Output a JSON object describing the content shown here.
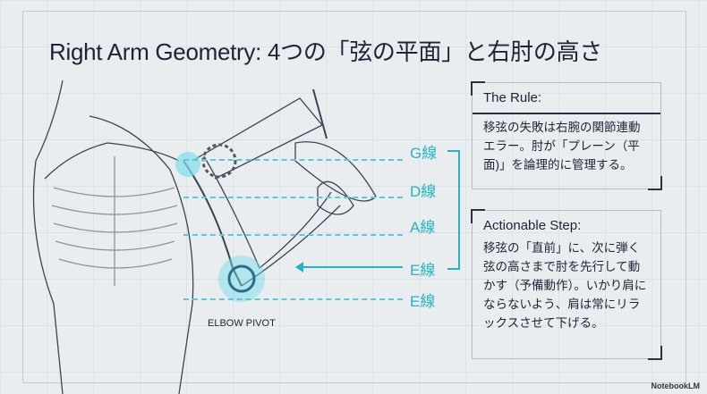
{
  "title": "Right Arm Geometry: 4つの「弦の平面」と右肘の高さ",
  "string_lines": [
    {
      "label": "G線"
    },
    {
      "label": "D線"
    },
    {
      "label": "A線"
    },
    {
      "label": "E線"
    },
    {
      "label": "E線"
    }
  ],
  "elbow_label": "ELBOW PIVOT",
  "rule": {
    "heading": "The Rule:",
    "text": "移弦の失敗は右腕の関節連動エラー。肘が「プレーン（平面)」を論理的に管理する。"
  },
  "action": {
    "heading": "Actionable Step:",
    "text": "移弦の「直前」に、次に弾く弦の高さまで肘を先行して動かす（予備動作）。いかり肩にならないよう、肩は常にリラックスさせて下げる。"
  },
  "watermark": "NotebookLM",
  "colors": {
    "accent": "#25b3c2",
    "text": "#1d2335"
  }
}
